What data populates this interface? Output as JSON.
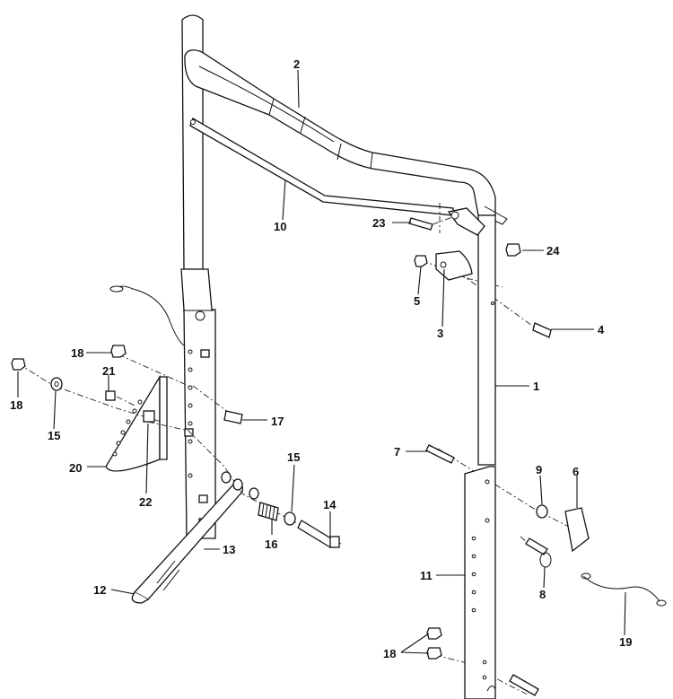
{
  "callouts": {
    "c1": "1",
    "c2": "2",
    "c3": "3",
    "c4": "4",
    "c5": "5",
    "c6": "6",
    "c7": "7",
    "c8": "8",
    "c9": "9",
    "c10": "10",
    "c11": "11",
    "c12": "12",
    "c13": "13",
    "c14": "14",
    "c15a": "15",
    "c15b": "15",
    "c16": "16",
    "c17": "17",
    "c18a": "18",
    "c18b": "18",
    "c18c": "18",
    "c19": "19",
    "c20": "20",
    "c21": "21",
    "c22": "22",
    "c23": "23",
    "c24": "24"
  }
}
